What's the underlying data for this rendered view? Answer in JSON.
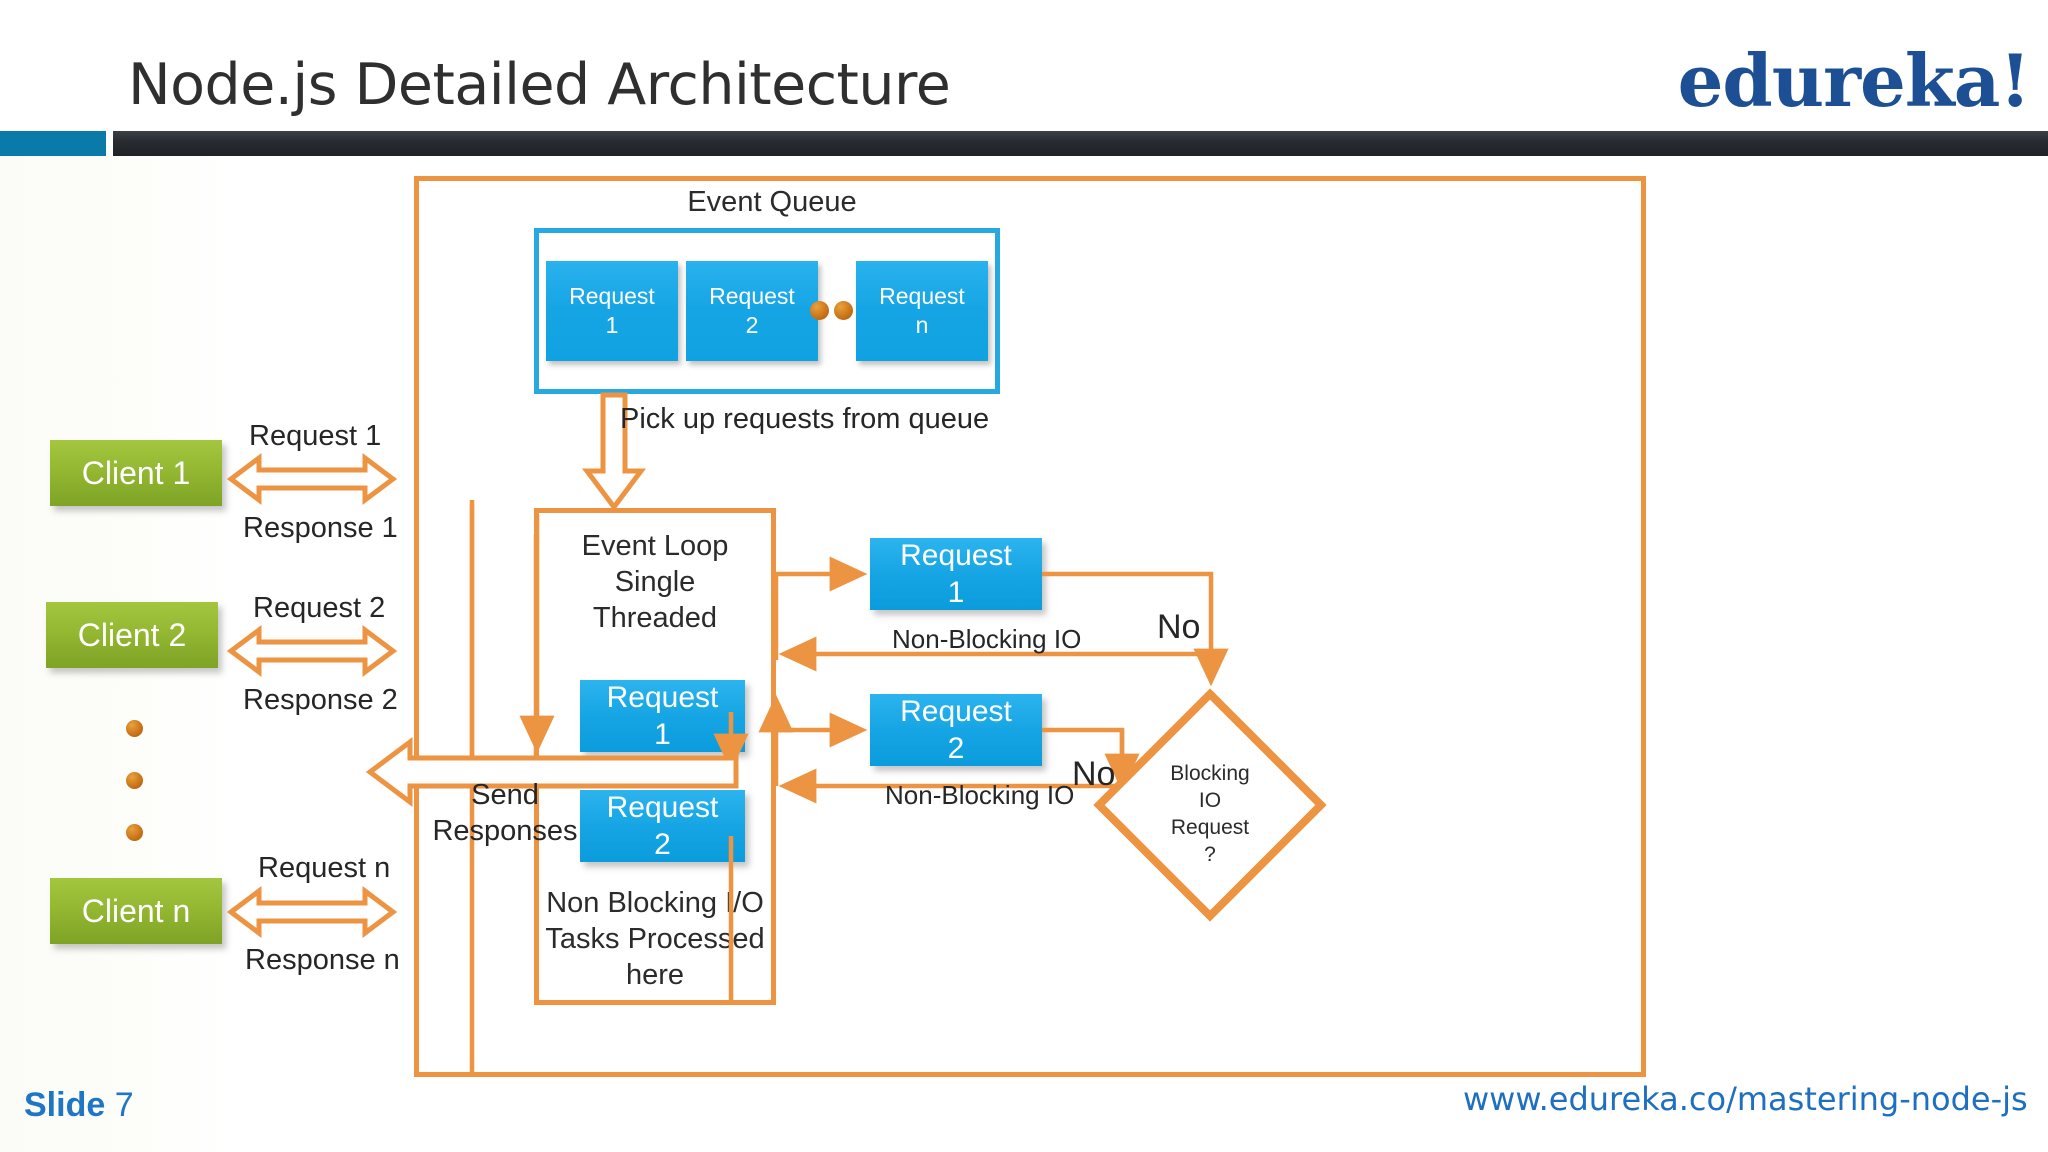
{
  "header": {
    "title": "Node.js Detailed Architecture",
    "logo": "edureka!",
    "accent_blue": "#0a7ba8",
    "bar_dark": "#2b2f33",
    "logo_color": "#1c4f93"
  },
  "footer": {
    "slide_word": "Slide",
    "slide_number": "7",
    "url": "www.edureka.co/mastering-node-js",
    "link_color": "#1f6fc0"
  },
  "diagram": {
    "accent_orange": "#ed9442",
    "accent_blue": "#28a8e0",
    "client_green": "#94b832",
    "event_queue": {
      "label": "Event Queue",
      "items": [
        {
          "line1": "Request",
          "line2": "1"
        },
        {
          "line1": "Request",
          "line2": "2"
        },
        {
          "line1": "Request",
          "line2": "n"
        }
      ],
      "ellipsis_dots": 2
    },
    "pickup_label": "Pick up requests from queue",
    "event_loop": {
      "title_line1": "Event Loop",
      "title_line2": "Single",
      "title_line3": "Threaded",
      "note_line1": "Non Blocking I/O",
      "note_line2": "Tasks Processed",
      "note_line3": "here",
      "inner_requests": [
        {
          "line1": "Request",
          "line2": "1"
        },
        {
          "line1": "Request",
          "line2": "2"
        }
      ]
    },
    "worker_requests": [
      {
        "line1": "Request",
        "line2": "1"
      },
      {
        "line1": "Request",
        "line2": "2"
      }
    ],
    "non_blocking_label_1": "Non-Blocking IO",
    "non_blocking_label_2": "Non-Blocking IO",
    "no_label_1": "No",
    "no_label_2": "No",
    "send_responses_line1": "Send",
    "send_responses_line2": "Responses",
    "decision": {
      "line1": "Blocking",
      "line2": "IO",
      "line3": "Request",
      "line4": "?"
    },
    "clients": [
      {
        "name": "Client 1",
        "request": "Request 1",
        "response": "Response 1"
      },
      {
        "name": "Client 2",
        "request": "Request 2",
        "response": "Response 2"
      },
      {
        "name": "Client n",
        "request": "Request n",
        "response": "Response n"
      }
    ],
    "client_ellipsis_dots": 3
  }
}
